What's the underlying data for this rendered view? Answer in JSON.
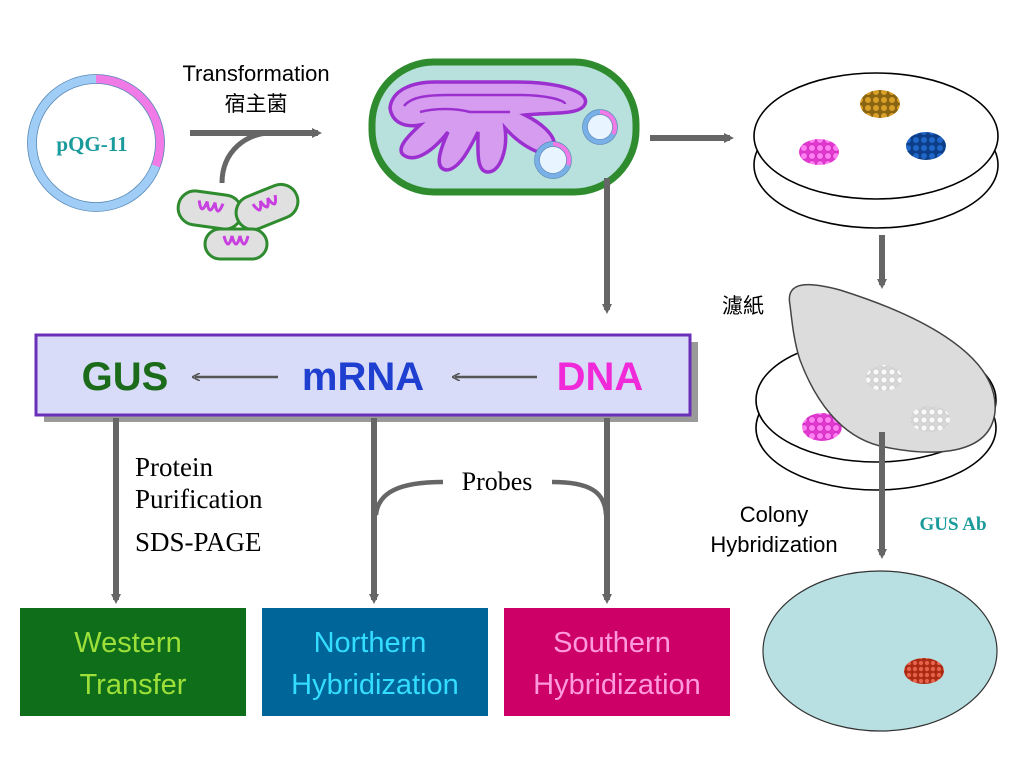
{
  "plasmid": {
    "label": "pQG-11"
  },
  "transformation": {
    "title": "Transformation",
    "subtitle": "宿主菌"
  },
  "filter_paper": {
    "label": "濾紙"
  },
  "central_dogma": {
    "gus": "GUS",
    "mrna": "mRNA",
    "dna": "DNA"
  },
  "protein_steps": {
    "line1": "Protein",
    "line2": "Purification",
    "line3": "SDS-PAGE"
  },
  "probes": {
    "label": "Probes"
  },
  "colony_hybridization": {
    "line1": "Colony",
    "line2": "Hybridization"
  },
  "antibody": {
    "label": "GUS Ab"
  },
  "western": {
    "line1": "Western",
    "line2": "Transfer"
  },
  "northern": {
    "line1": "Northern",
    "line2": "Hybridization"
  },
  "southern": {
    "line1": "Southern",
    "line2": "Hybridization"
  },
  "colors": {
    "plasmid_blue": "#9fcdf5",
    "plasmid_pink": "#f07be6",
    "cell_wall": "#2e8b2e",
    "cell_fill": "#b8e0dc",
    "mito": "#d59cf0",
    "gus_green": "#1b6b1b",
    "mrna_blue": "#1f3fd0",
    "dna_magenta": "#f02ad8",
    "bar_fill": "#d8dcf8",
    "bar_border": "#6a2fb8",
    "western_bg": "#0e6e1a",
    "western_text": "#9ee03a",
    "northern_bg": "#006699",
    "northern_text": "#33ddff",
    "southern_bg": "#cc0066",
    "southern_text": "#ff99dd",
    "arrow_gray": "#666666"
  }
}
